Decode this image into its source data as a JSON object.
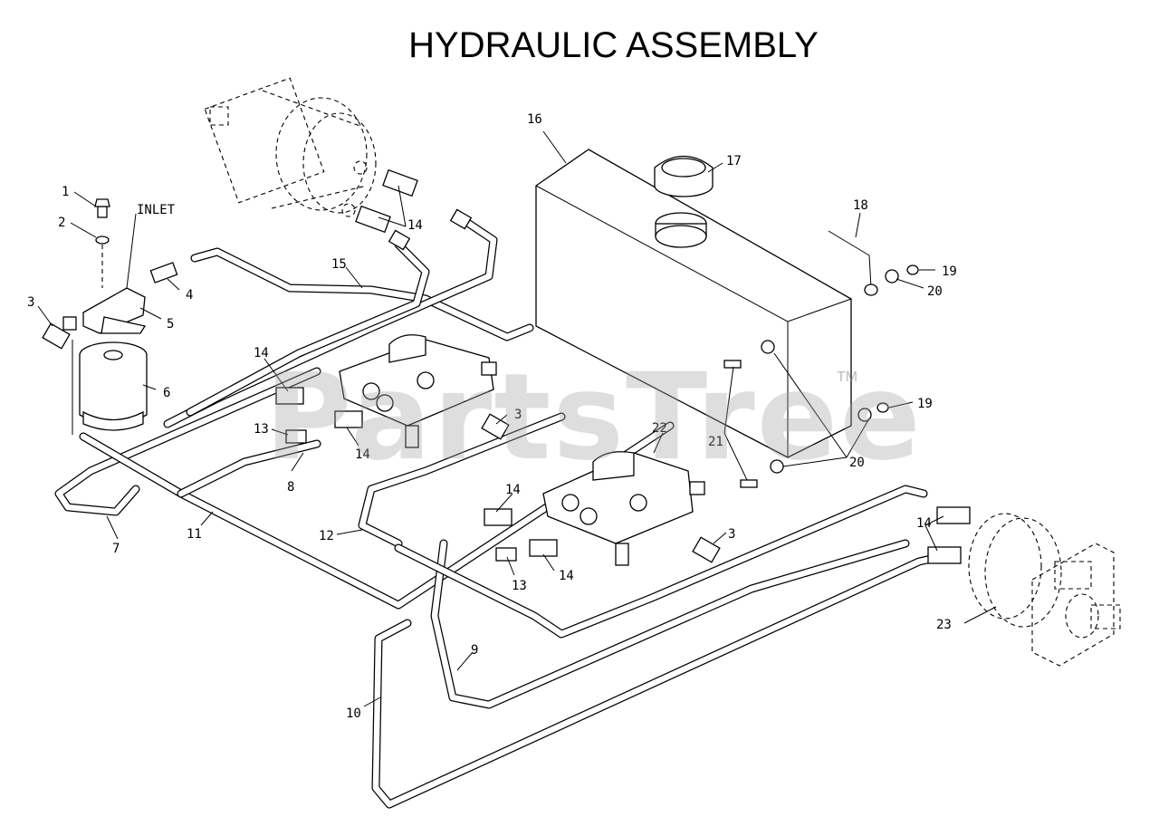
{
  "title": "HYDRAULIC ASSEMBLY",
  "watermark": {
    "text": "PartsTree",
    "trademark": "TM"
  },
  "inlet_label": "INLET",
  "callouts": [
    {
      "id": "c1",
      "text": "1"
    },
    {
      "id": "c2",
      "text": "2"
    },
    {
      "id": "c3a",
      "text": "3"
    },
    {
      "id": "c3b",
      "text": "3"
    },
    {
      "id": "c3c",
      "text": "3"
    },
    {
      "id": "c4",
      "text": "4"
    },
    {
      "id": "c5",
      "text": "5"
    },
    {
      "id": "c6",
      "text": "6"
    },
    {
      "id": "c7",
      "text": "7"
    },
    {
      "id": "c8",
      "text": "8"
    },
    {
      "id": "c9",
      "text": "9"
    },
    {
      "id": "c10",
      "text": "10"
    },
    {
      "id": "c11",
      "text": "11"
    },
    {
      "id": "c12",
      "text": "12"
    },
    {
      "id": "c13a",
      "text": "13"
    },
    {
      "id": "c13b",
      "text": "13"
    },
    {
      "id": "c14a",
      "text": "14"
    },
    {
      "id": "c14b",
      "text": "14"
    },
    {
      "id": "c14c",
      "text": "14"
    },
    {
      "id": "c14d",
      "text": "14"
    },
    {
      "id": "c14e",
      "text": "14"
    },
    {
      "id": "c14f",
      "text": "14"
    },
    {
      "id": "c15",
      "text": "15"
    },
    {
      "id": "c16",
      "text": "16"
    },
    {
      "id": "c17",
      "text": "17"
    },
    {
      "id": "c18",
      "text": "18"
    },
    {
      "id": "c19a",
      "text": "19"
    },
    {
      "id": "c19b",
      "text": "19"
    },
    {
      "id": "c20a",
      "text": "20"
    },
    {
      "id": "c20b",
      "text": "20"
    },
    {
      "id": "c21",
      "text": "21"
    },
    {
      "id": "c22",
      "text": "22"
    },
    {
      "id": "c23",
      "text": "23"
    }
  ]
}
